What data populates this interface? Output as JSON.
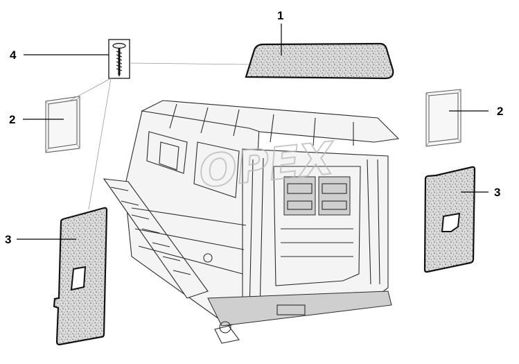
{
  "diagram": {
    "watermark_text": "ОРЕХ",
    "callouts": {
      "part1": "1",
      "part2_left": "2",
      "part2_right": "2",
      "part3_left": "3",
      "part3_right": "3",
      "part4": "4"
    },
    "colors": {
      "line": "#000000",
      "felt_base": "#d9d9d9",
      "felt_speckle": "#555555",
      "watermark": "#b8b8b8"
    }
  }
}
